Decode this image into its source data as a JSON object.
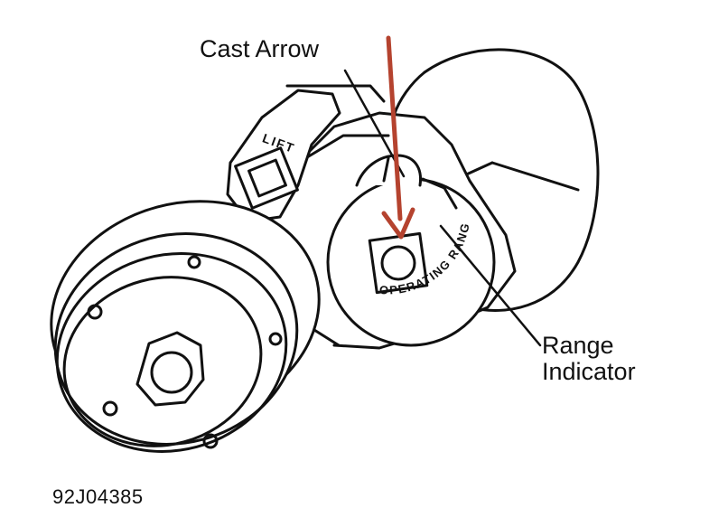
{
  "labels": {
    "cast_arrow": "Cast Arrow",
    "range_indicator_line1": "Range",
    "range_indicator_line2": "Indicator",
    "figure_id": "92J04385"
  },
  "part_markings": {
    "bracket_text": "LIFT",
    "dial_text": "OPERATING RANGE"
  },
  "colors": {
    "line_art": "#111111",
    "marker_arrow": "#b5432f",
    "background": "#ffffff"
  }
}
